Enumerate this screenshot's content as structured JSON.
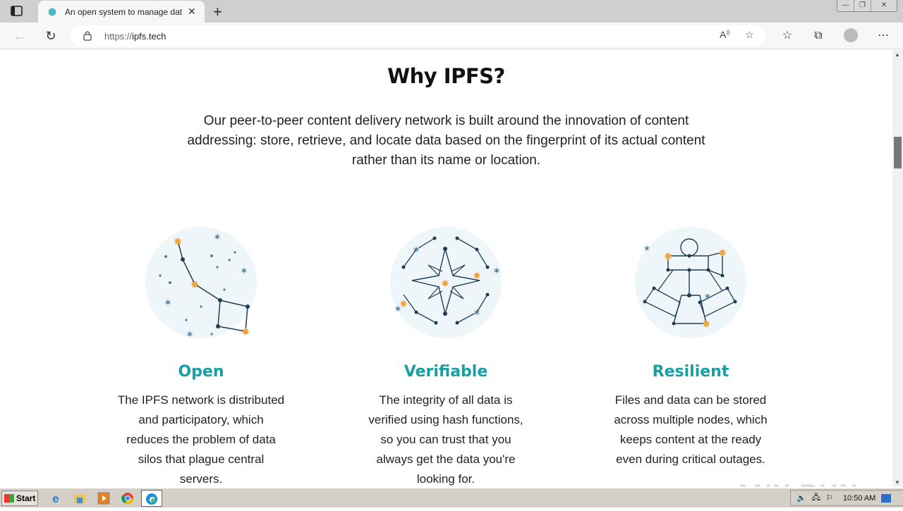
{
  "browser": {
    "tab": {
      "title": "An open system to manage dat",
      "favicon": "ipfs-cube-icon"
    },
    "url_protocol": "https://",
    "url_host": "ipfs.tech",
    "window_controls": {
      "minimize": "—",
      "restore": "❐",
      "close": "✕"
    }
  },
  "page": {
    "heading": "Why IPFS?",
    "intro": "Our peer-to-peer content delivery network is built around the innovation of content addressing: store, retrieve, and locate data based on the fingerprint of its actual content rather than its name or location.",
    "features": [
      {
        "title": "Open",
        "text": "The IPFS network is distributed and participatory, which reduces the problem of data silos that plague central servers.",
        "icon": "constellation-dipper-icon"
      },
      {
        "title": "Verifiable",
        "text": "The integrity of all data is verified using hash functions, so you can trust that you always get the data you're looking for.",
        "icon": "constellation-compass-star-icon"
      },
      {
        "title": "Resilient",
        "text": "Files and data can be stored across multiple nodes, which keeps content at the ready even during critical outages.",
        "icon": "constellation-figure-icon"
      }
    ],
    "accent_color": "#179fa6"
  },
  "taskbar": {
    "start_label": "Start",
    "clock": "10:50 AM"
  },
  "watermark": "ANY RUN"
}
